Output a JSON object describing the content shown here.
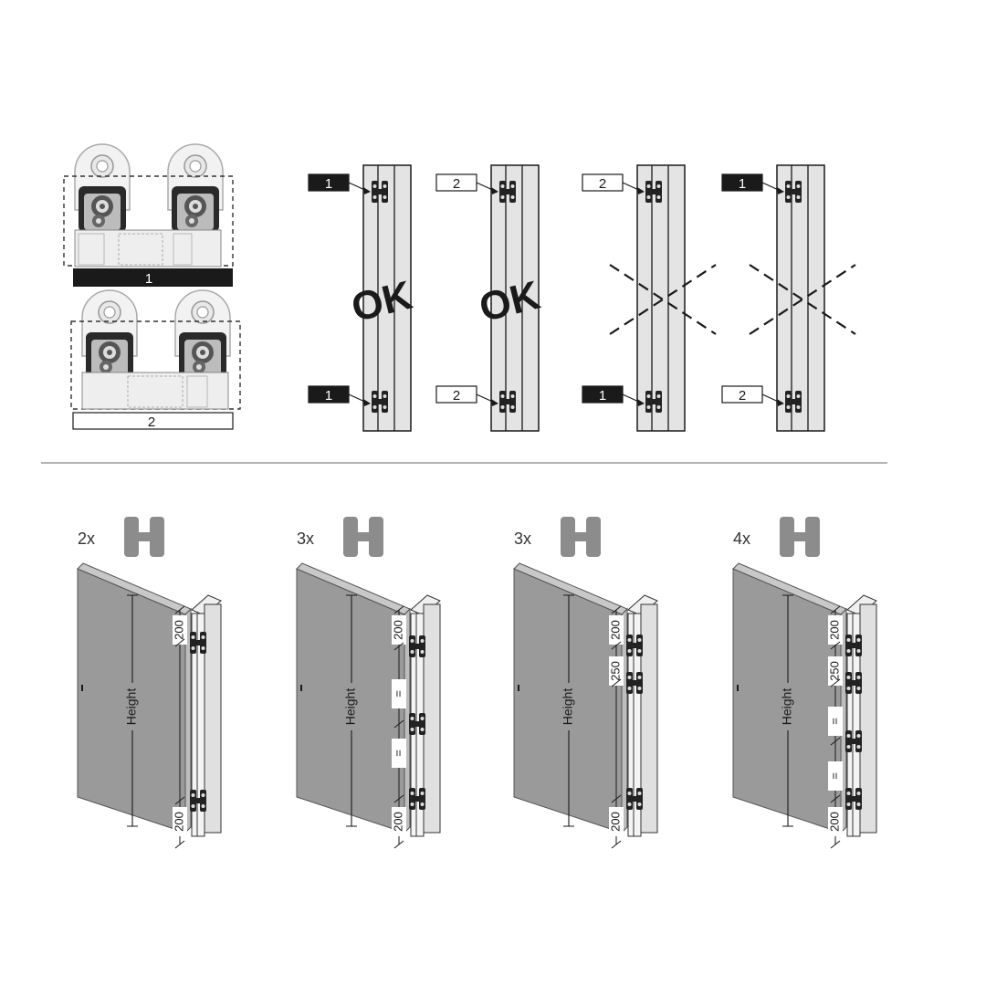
{
  "hinge_types": {
    "type1_label": "1",
    "type2_label": "2"
  },
  "placement_rules": [
    {
      "top_label": "1",
      "bottom_label": "1",
      "verdict": "OK",
      "valid": true
    },
    {
      "top_label": "2",
      "bottom_label": "2",
      "verdict": "OK",
      "valid": true
    },
    {
      "top_label": "2",
      "bottom_label": "1",
      "verdict": "",
      "valid": false
    },
    {
      "top_label": "1",
      "bottom_label": "2",
      "verdict": "",
      "valid": false
    }
  ],
  "door_configs": [
    {
      "count_label": "2x",
      "height_label": "Height",
      "dims": [
        "200",
        "200"
      ]
    },
    {
      "count_label": "3x",
      "height_label": "Height",
      "dims": [
        "200",
        "=",
        "=",
        "200"
      ]
    },
    {
      "count_label": "3x",
      "height_label": "Height",
      "dims": [
        "200",
        "250",
        "200"
      ]
    },
    {
      "count_label": "4x",
      "height_label": "Height",
      "dims": [
        "200",
        "250",
        "=",
        "=",
        "200"
      ]
    }
  ],
  "colors": {
    "line": "#1a1a1a",
    "door_fill": "#9a9a9a",
    "door_edge": "#c8c8c8",
    "hinge_grey": "#8c8c8c",
    "frame_fill": "#e4e4e4",
    "label_dark": "#1a1a1a",
    "divider": "#9a9a9a"
  }
}
